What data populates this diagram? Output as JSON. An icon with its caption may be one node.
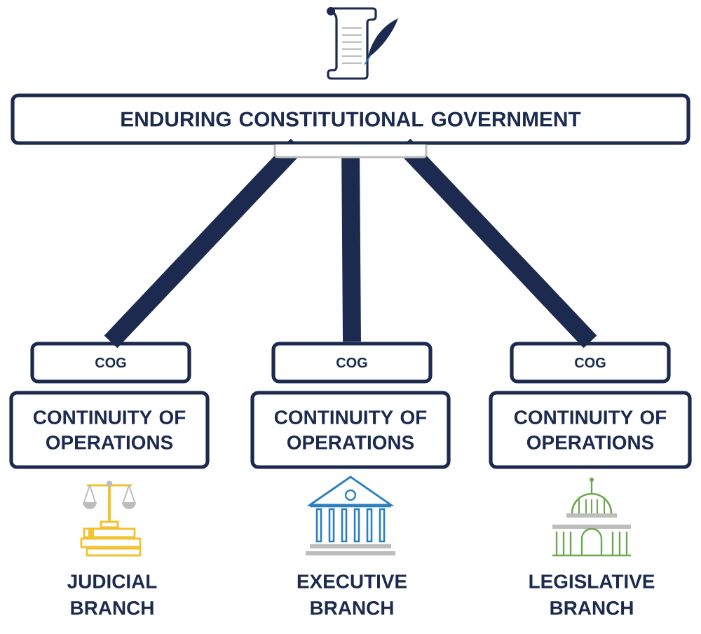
{
  "diagram": {
    "nodes": [
      {
        "text": [
          "ENDURING CONSTITUTIONAL GOVERNMENT"
        ]
      },
      {
        "text": [
          "COG"
        ]
      },
      {
        "text": [
          "CONTINUITY OF OPERATIONS"
        ]
      },
      {
        "text": [
          "COG"
        ]
      },
      {
        "text": [
          "CONTINUITY OF OPERATIONS"
        ]
      },
      {
        "text": [
          "COG"
        ]
      },
      {
        "text": [
          "CONTINUITY OF OPERATIONS"
        ]
      }
    ],
    "edges": [
      {
        "from": 0,
        "to": 1,
        "arrow": "none"
      },
      {
        "from": 0,
        "to": 3,
        "arrow": "none"
      },
      {
        "from": 0,
        "to": 5,
        "arrow": "none"
      }
    ],
    "labels": [
      "JUDICIAL BRANCH",
      "EXECUTIVE BRANCH",
      "LEGISLATIVE BRANCH"
    ]
  }
}
